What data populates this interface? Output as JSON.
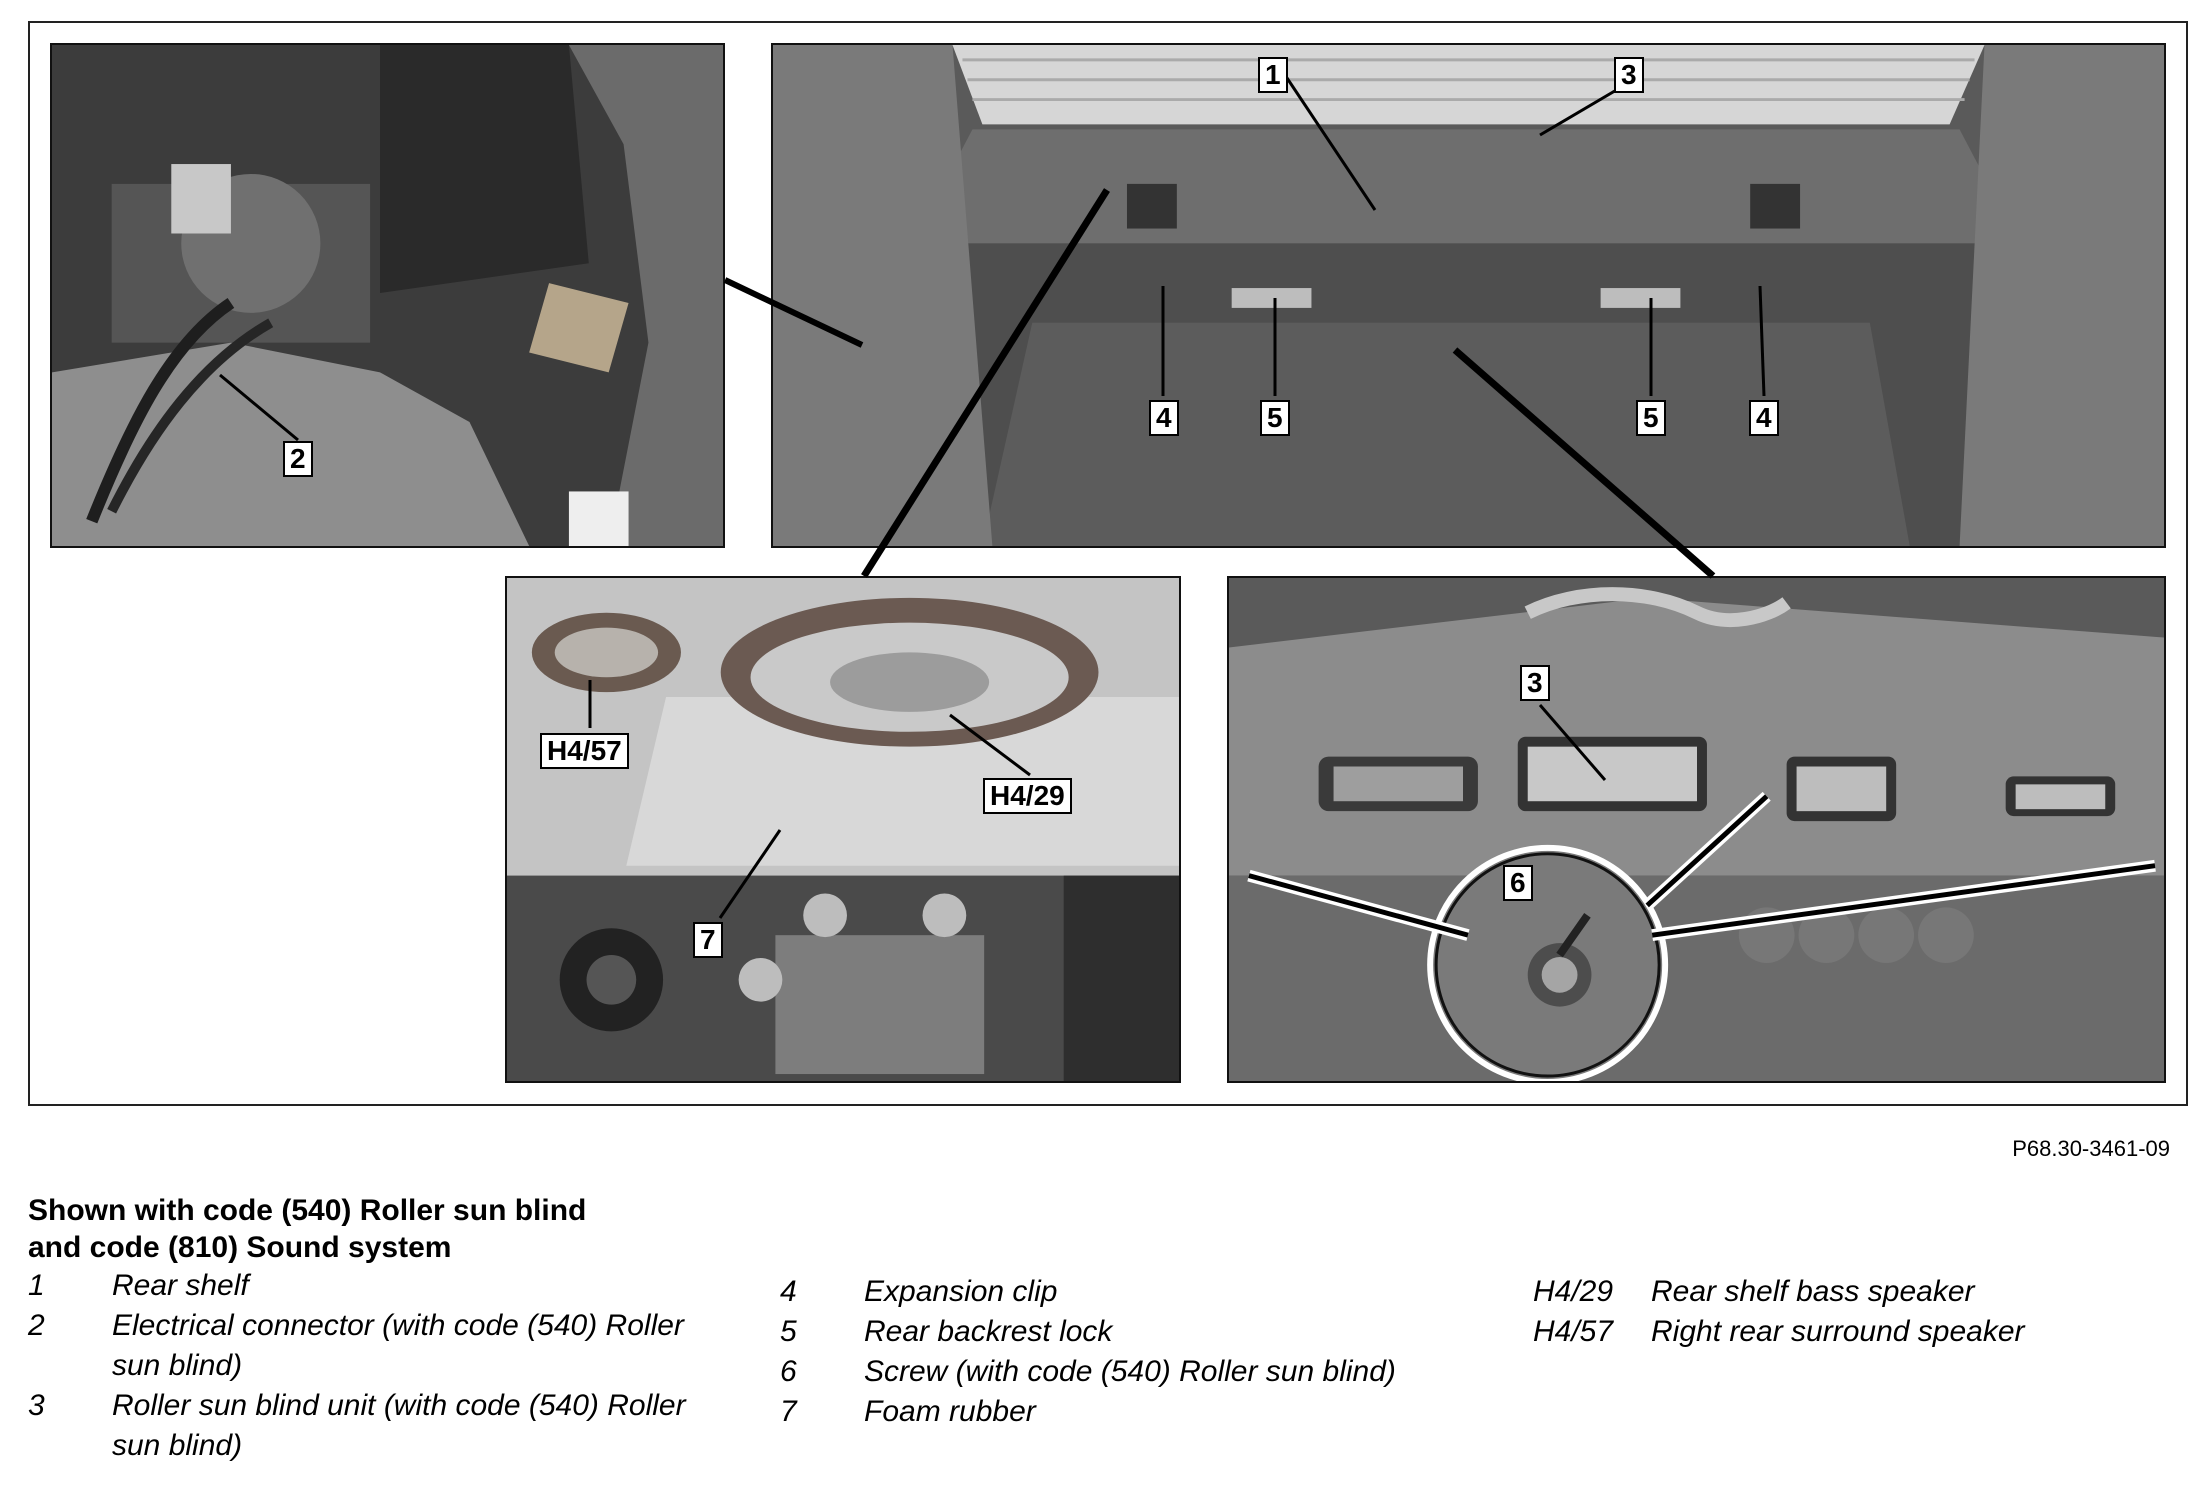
{
  "image_ref": "P68.30-3461-09",
  "caption": {
    "heading_line1": "Shown with code (540) Roller sun blind",
    "heading_line2": "and code (810) Sound system"
  },
  "callouts": {
    "c1": "1",
    "c2": "2",
    "c3_top": "3",
    "c3_detail": "3",
    "c4_left": "4",
    "c4_right": "4",
    "c5_left": "5",
    "c5_right": "5",
    "c6": "6",
    "c7": "7",
    "h457": "H4/57",
    "h429": "H4/29"
  },
  "legend": {
    "col1": [
      {
        "key": "1",
        "desc": "Rear shelf"
      },
      {
        "key": "2",
        "desc": "Electrical connector (with code (540) Roller sun blind)"
      },
      {
        "key": "3",
        "desc": "Roller sun blind unit (with code (540) Roller sun blind)"
      }
    ],
    "col2": [
      {
        "key": "4",
        "desc": "Expansion clip"
      },
      {
        "key": "5",
        "desc": "Rear backrest lock"
      },
      {
        "key": "6",
        "desc": "Screw (with code (540) Roller sun blind)"
      },
      {
        "key": "7",
        "desc": "Foam rubber"
      }
    ],
    "col3": [
      {
        "key": "H4/29",
        "desc": "Rear shelf bass speaker"
      },
      {
        "key": "H4/57",
        "desc": "Right rear surround speaker"
      }
    ]
  }
}
